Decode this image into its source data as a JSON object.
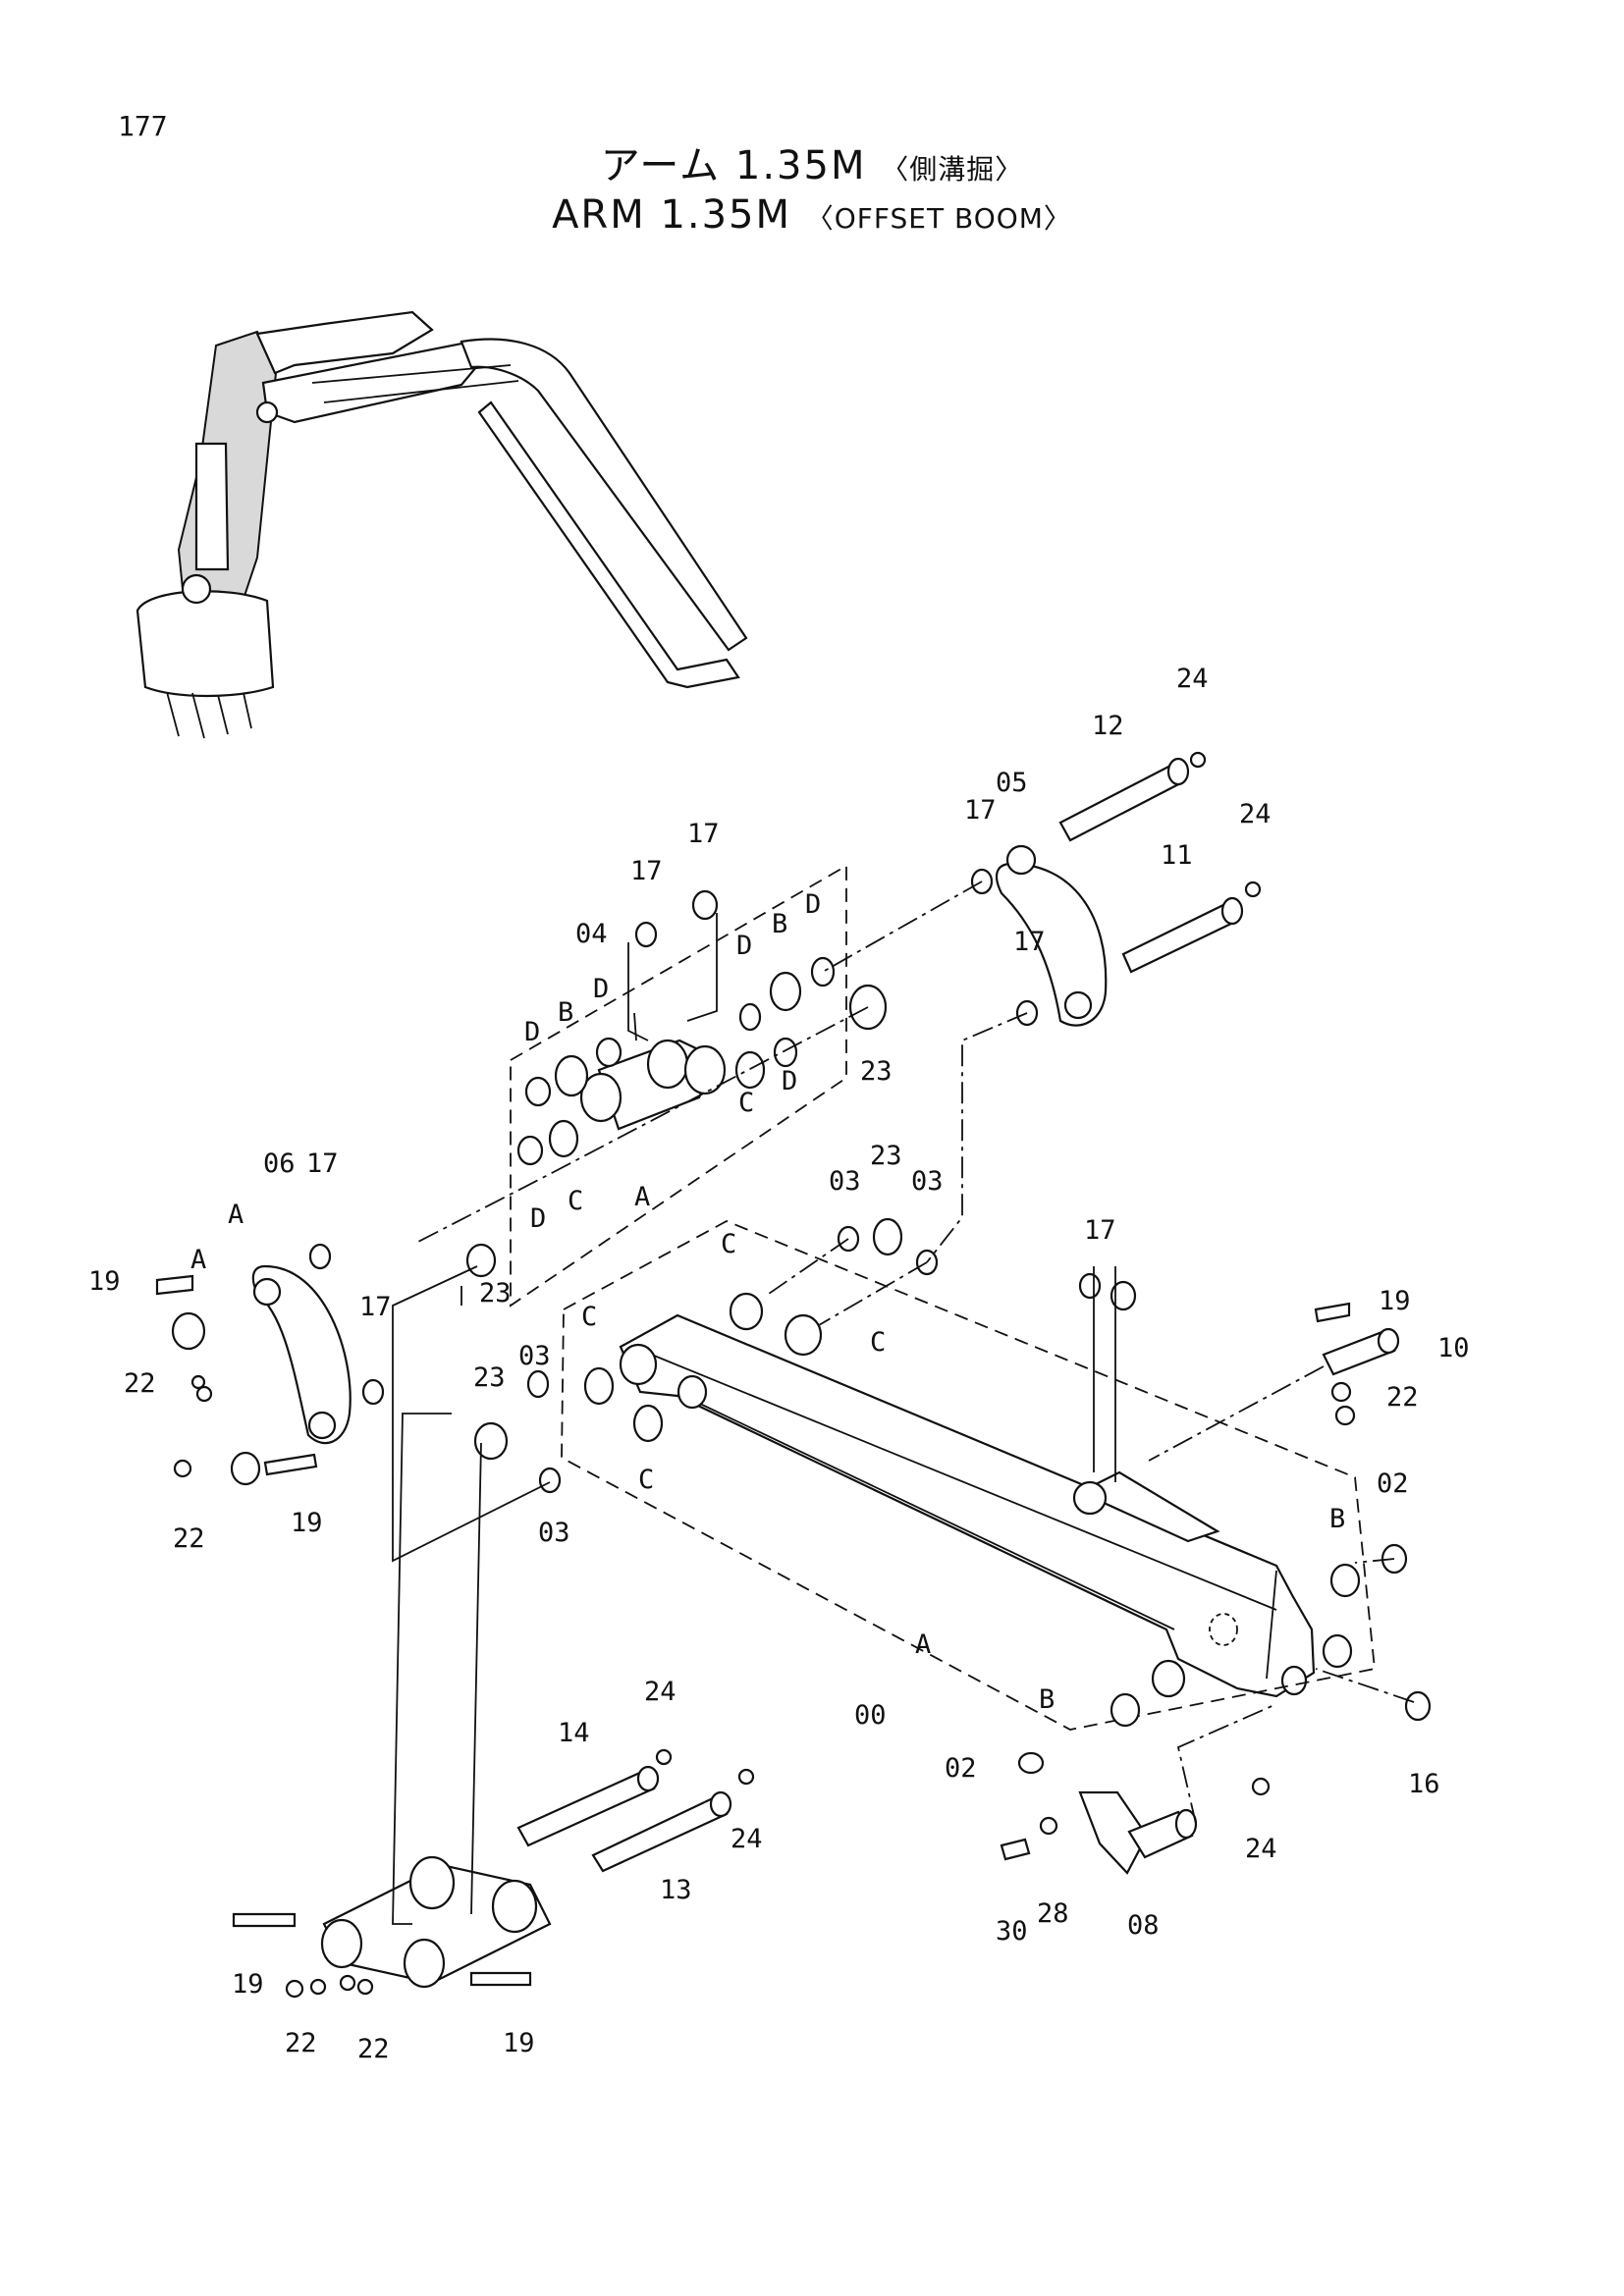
{
  "page_number": "177",
  "title_ja": "アーム 1.35M",
  "title_ja_sub": "〈側溝掘〉",
  "title_en": "ARM 1.35M",
  "title_en_sub": "〈OFFSET BOOM〉",
  "callouts": [
    {
      "id": "c-24a",
      "text": "24"
    },
    {
      "id": "c-12",
      "text": "12"
    },
    {
      "id": "c-05",
      "text": "05"
    },
    {
      "id": "c-17a",
      "text": "17"
    },
    {
      "id": "c-24b",
      "text": "24"
    },
    {
      "id": "c-11",
      "text": "11"
    },
    {
      "id": "c-17b",
      "text": "17"
    },
    {
      "id": "c-17c",
      "text": "17"
    },
    {
      "id": "c-04",
      "text": "04"
    },
    {
      "id": "c-17d",
      "text": "17"
    },
    {
      "id": "c-D1",
      "text": "D"
    },
    {
      "id": "c-B1",
      "text": "B"
    },
    {
      "id": "c-D2",
      "text": "D"
    },
    {
      "id": "c-D3",
      "text": "D"
    },
    {
      "id": "c-B2",
      "text": "B"
    },
    {
      "id": "c-D4",
      "text": "D"
    },
    {
      "id": "c-23a",
      "text": "23"
    },
    {
      "id": "c-C1",
      "text": "C"
    },
    {
      "id": "c-D5",
      "text": "D"
    },
    {
      "id": "c-D6",
      "text": "D"
    },
    {
      "id": "c-C2",
      "text": "C"
    },
    {
      "id": "c-A1",
      "text": "A"
    },
    {
      "id": "c-06",
      "text": "06"
    },
    {
      "id": "c-17e",
      "text": "17"
    },
    {
      "id": "c-A2",
      "text": "A"
    },
    {
      "id": "c-A3",
      "text": "A"
    },
    {
      "id": "c-23b",
      "text": "23"
    },
    {
      "id": "c-03a",
      "text": "03"
    },
    {
      "id": "c-23c",
      "text": "23"
    },
    {
      "id": "c-03b",
      "text": "03"
    },
    {
      "id": "c-C3",
      "text": "C"
    },
    {
      "id": "c-C4",
      "text": "C"
    },
    {
      "id": "c-17f",
      "text": "17"
    },
    {
      "id": "c-19a",
      "text": "19"
    },
    {
      "id": "c-10",
      "text": "10"
    },
    {
      "id": "c-19b",
      "text": "19"
    },
    {
      "id": "c-22a",
      "text": "22"
    },
    {
      "id": "c-17g",
      "text": "17"
    },
    {
      "id": "c-C5",
      "text": "C"
    },
    {
      "id": "c-03c",
      "text": "03"
    },
    {
      "id": "c-23d",
      "text": "23"
    },
    {
      "id": "c-22b",
      "text": "22"
    },
    {
      "id": "c-22c",
      "text": "22"
    },
    {
      "id": "c-19c",
      "text": "19"
    },
    {
      "id": "c-C6",
      "text": "C"
    },
    {
      "id": "c-03d",
      "text": "03"
    },
    {
      "id": "c-02a",
      "text": "02"
    },
    {
      "id": "c-B3",
      "text": "B"
    },
    {
      "id": "c-A4",
      "text": "A"
    },
    {
      "id": "c-00",
      "text": "00"
    },
    {
      "id": "c-B4",
      "text": "B"
    },
    {
      "id": "c-16",
      "text": "16"
    },
    {
      "id": "c-02b",
      "text": "02"
    },
    {
      "id": "c-24c",
      "text": "24"
    },
    {
      "id": "c-24d",
      "text": "24"
    },
    {
      "id": "c-14",
      "text": "14"
    },
    {
      "id": "c-24e",
      "text": "24"
    },
    {
      "id": "c-13",
      "text": "13"
    },
    {
      "id": "c-30",
      "text": "30"
    },
    {
      "id": "c-28",
      "text": "28"
    },
    {
      "id": "c-08",
      "text": "08"
    },
    {
      "id": "c-19d",
      "text": "19"
    },
    {
      "id": "c-22d",
      "text": "22"
    },
    {
      "id": "c-22e",
      "text": "22"
    },
    {
      "id": "c-19e",
      "text": "19"
    }
  ]
}
